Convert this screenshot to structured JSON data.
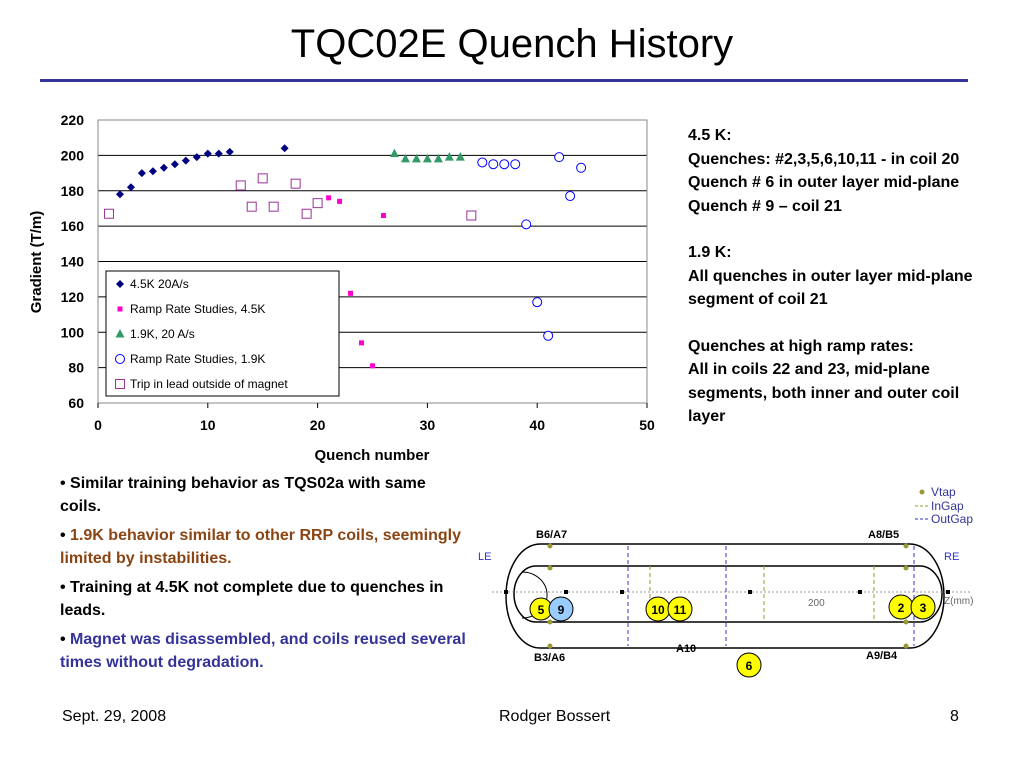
{
  "slide": {
    "title": "TQC02E Quench History",
    "footer": {
      "date": "Sept. 29, 2008",
      "author": "Rodger Bossert",
      "page": "8"
    }
  },
  "notes": {
    "l1": "4.5 K:",
    "l2": "Quenches:  #2,3,5,6,10,11  - in coil 20  Quench # 6 in outer layer mid-plane",
    "l3": "Quench # 9 – coil 21",
    "l4": "1.9 K:",
    "l5": "All quenches in outer layer mid-plane segment of coil 21",
    "l6": "Quenches at high ramp rates:",
    "l7": "All in coils 22 and 23, mid-plane segments, both inner and outer coil layer"
  },
  "bullets": [
    {
      "text": "Similar training behavior as TQS02a with same coils.",
      "color": "#000000"
    },
    {
      "text": "1.9K behavior similar to other RRP coils, seemingly limited by instabilities.",
      "color": "#8B4513"
    },
    {
      "text": "Training at 4.5K not complete due to quenches in leads.",
      "color": "#000000"
    },
    {
      "text": "Magnet was disassembled, and coils reused several times without degradation.",
      "color": "#333399"
    }
  ],
  "chart_data": {
    "type": "scatter",
    "xlabel": "Quench number",
    "ylabel": "Gradient (T/m)",
    "xlim": [
      0,
      50
    ],
    "ylim": [
      60,
      220
    ],
    "xticks": [
      0,
      10,
      20,
      30,
      40,
      50
    ],
    "yticks": [
      60,
      80,
      100,
      120,
      140,
      160,
      180,
      200,
      220
    ],
    "grid": "horizontal",
    "legend_position": "inside-left",
    "series": [
      {
        "name": "4.5K 20A/s",
        "marker": "diamond",
        "color": "#000080",
        "x": [
          2,
          3,
          4,
          5,
          6,
          7,
          8,
          9,
          10,
          11,
          12,
          17
        ],
        "y": [
          178,
          182,
          190,
          191,
          193,
          195,
          197,
          199,
          201,
          201,
          202,
          204
        ]
      },
      {
        "name": "Ramp Rate Studies, 4.5K",
        "marker": "square-filled",
        "color": "#FF00CC",
        "x": [
          21,
          22,
          23,
          24,
          25,
          26
        ],
        "y": [
          176,
          174,
          122,
          94,
          81,
          166
        ]
      },
      {
        "name": "1.9K, 20 A/s",
        "marker": "triangle",
        "color": "#339966",
        "x": [
          27,
          28,
          29,
          30,
          31,
          32,
          33
        ],
        "y": [
          201,
          198,
          198,
          198,
          198,
          199,
          199
        ]
      },
      {
        "name": "Ramp Rate Studies, 1.9K",
        "marker": "circle-open",
        "color": "#0000FF",
        "x": [
          35,
          36,
          37,
          38,
          39,
          40,
          41,
          42,
          43,
          44
        ],
        "y": [
          196,
          195,
          195,
          195,
          161,
          117,
          98,
          199,
          177,
          193
        ]
      },
      {
        "name": "Trip in lead outside of magnet",
        "marker": "square-open",
        "color": "#993399",
        "x": [
          1,
          13,
          14,
          15,
          16,
          18,
          19,
          20,
          34
        ],
        "y": [
          167,
          183,
          171,
          187,
          171,
          184,
          167,
          173,
          166
        ]
      }
    ]
  },
  "diagram": {
    "legend": [
      "Vtap",
      "InGap",
      "OutGap"
    ],
    "labels": {
      "tl": "B6/A7",
      "tr": "A8/B5",
      "bl": "B3/A6",
      "bm": "A10",
      "br": "A9/B4",
      "le": "LE",
      "re": "RE",
      "z200": "200",
      "zmm": "Z(mm)"
    },
    "quenches": [
      "5",
      "9",
      "10",
      "11",
      "2",
      "3",
      "6"
    ]
  }
}
